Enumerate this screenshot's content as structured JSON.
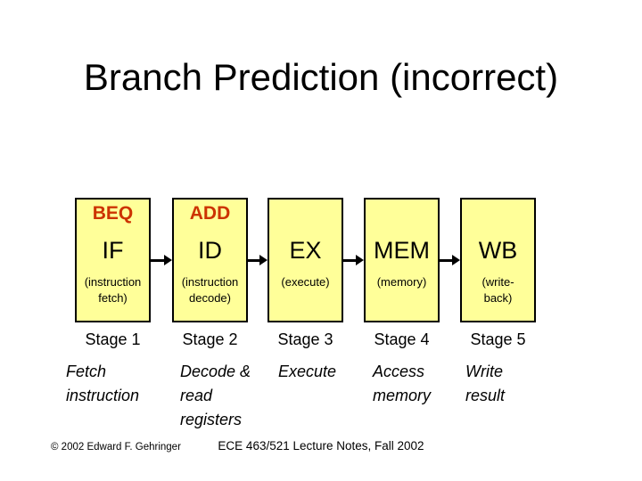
{
  "slide": {
    "title": "Branch Prediction (incorrect)",
    "footer_left": "© 2002 Edward F. Gehringer",
    "footer_center": "ECE 463/521 Lecture Notes, Fall 2002"
  },
  "colors": {
    "background": "#FFFFFF",
    "box_fill": "#FFFF99",
    "box_border": "#000000",
    "instruction_red": "#CC3300",
    "text": "#000000"
  },
  "pipeline": {
    "stages": [
      {
        "instruction": "BEQ",
        "abbr": "IF",
        "expansion": "(instruction\nfetch)",
        "stage_label": "Stage 1",
        "description": "Fetch\ninstruction"
      },
      {
        "instruction": "ADD",
        "abbr": "ID",
        "expansion": "(instruction\ndecode)",
        "stage_label": "Stage 2",
        "description": "Decode &\nread\nregisters"
      },
      {
        "instruction": "",
        "abbr": "EX",
        "expansion": "(execute)",
        "stage_label": "Stage 3",
        "description": "Execute"
      },
      {
        "instruction": "",
        "abbr": "MEM",
        "expansion": "(memory)",
        "stage_label": "Stage 4",
        "description": "Access\nmemory"
      },
      {
        "instruction": "",
        "abbr": "WB",
        "expansion": "(write-\nback)",
        "stage_label": "Stage 5",
        "description": "Write\nresult"
      }
    ]
  }
}
